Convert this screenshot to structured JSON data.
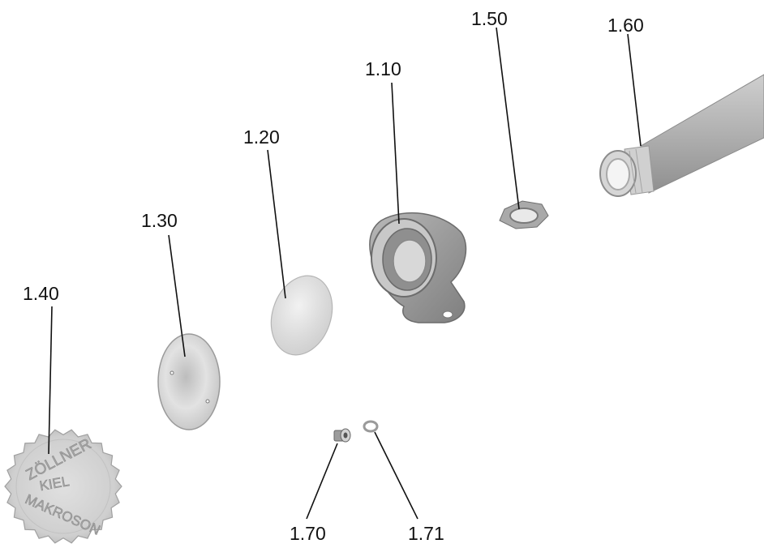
{
  "diagram": {
    "parts": [
      {
        "id": "lid",
        "label": "1.40",
        "logo_text": [
          "ZÖLLNER",
          "KIEL",
          "MAKROSON"
        ]
      },
      {
        "id": "cover-disc",
        "label": "1.30"
      },
      {
        "id": "diaphragm",
        "label": "1.20"
      },
      {
        "id": "housing",
        "label": "1.10"
      },
      {
        "id": "hex-nut",
        "label": "1.50"
      },
      {
        "id": "pipe",
        "label": "1.60"
      },
      {
        "id": "screw",
        "label": "1.70"
      },
      {
        "id": "washer",
        "label": "1.71"
      }
    ],
    "colors": {
      "metal_light": "#e6e6e6",
      "metal_dark": "#8a8a8a",
      "housing": "#9d9d9d",
      "line": "#111111"
    }
  }
}
